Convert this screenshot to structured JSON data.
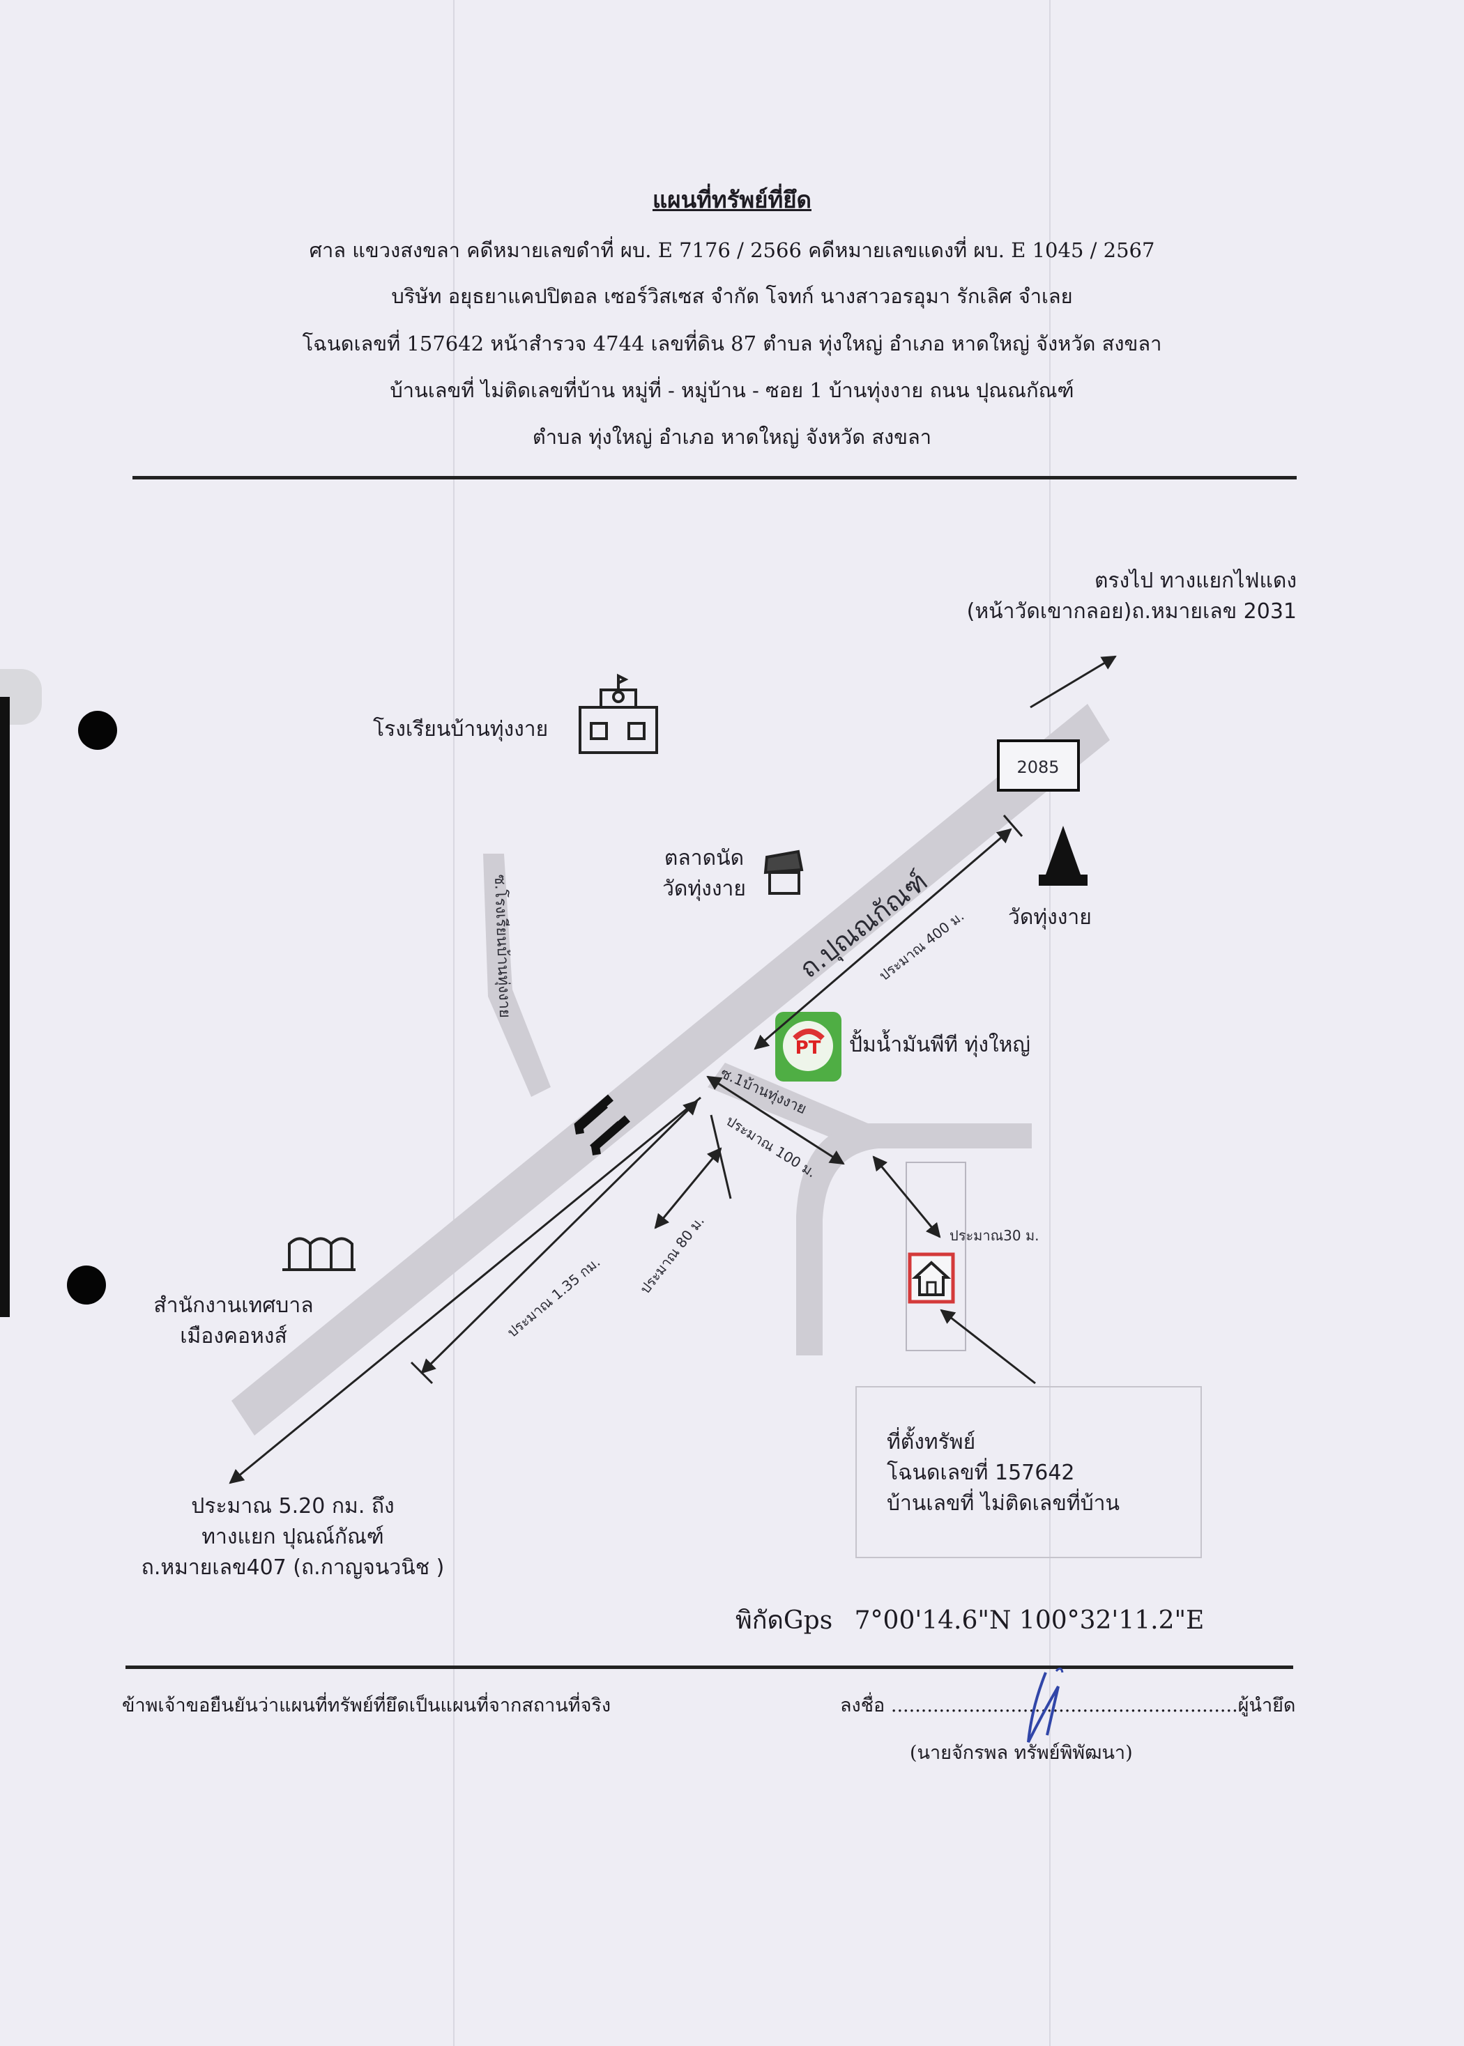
{
  "header": {
    "title": "แผนที่ทรัพย์ที่ยึด",
    "line1": "ศาล แขวงสงขลา    คดีหมายเลขดำที่ ผบ. E 7176 / 2566     คดีหมายเลขแดงที่ ผบ. E 1045 / 2567",
    "line2": "บริษัท อยุธยาแคปปิตอล เซอร์วิสเซส จำกัด   โจทก์            นางสาวอรอุมา รักเลิศ  จำเลย",
    "line3": "โฉนดเลขที่ 157642  หน้าสำรวจ 4744  เลขที่ดิน  87    ตำบล ทุ่งใหญ่ อำเภอ หาดใหญ่ จังหวัด สงขลา",
    "line4": "บ้านเลขที่ ไม่ติดเลขที่บ้าน หมู่ที่ - หมู่บ้าน - ซอย 1 บ้านทุ่งงาย ถนน ปุณณกัณฑ์",
    "line5": "ตำบล ทุ่งใหญ่ อำเภอ หาดใหญ่ จังหวัด สงขลา"
  },
  "map": {
    "direction_line1": "ตรงไป ทางแยกไฟแดง",
    "direction_line2": "(หน้าวัดเขากลอย)ถ.หมายเลข 2031",
    "road_sign": "2085",
    "school": "โรงเรียนบ้านทุ่งงาย",
    "market_line1": "ตลาดนัด",
    "market_line2": "วัดทุ่งงาย",
    "temple": "วัดทุ่งงาย",
    "main_road": "ถ.ปุณณกัณฑ์",
    "side_road": "ซ.โรงเรียนบ้านทุ่งงาย",
    "soi": "ซ.1บ้านทุ่งงาย",
    "gas_station": "ปั้มน้ำมันพีที ทุ่งใหญ่",
    "gas_logo": "PT",
    "dist_400": "ประมาณ 400 ม.",
    "dist_100": "ประมาณ 100 ม.",
    "dist_30": "ประมาณ30 ม.",
    "dist_80": "ประมาณ 80 ม.",
    "dist_135": "ประมาณ 1.35 กม.",
    "municipal_line1": "สำนักงานเทศบาล",
    "municipal_line2": "เมืองคอหงส์",
    "sw_line1": "ประมาณ 5.20 กม. ถึง",
    "sw_line2": "ทางแยก  ปุณณ์กัณฑ์",
    "sw_line3": "ถ.หมายเลข407 (ถ.กาญจนวนิช )",
    "property_line1": "ที่ตั้งทรัพย์",
    "property_line2": "โฉนดเลขที่ 157642",
    "property_line3": "บ้านเลขที่  ไม่ติดเลขที่บ้าน",
    "gps_label": "พิกัดGps",
    "gps_value": "7°00'14.6\"N 100°32'11.2\"E"
  },
  "footer": {
    "certify": "ข้าพเจ้าขอยืนยันว่าแผนที่ทรัพย์ที่ยึดเป็นแผนที่จากสถานที่จริง",
    "sign_prefix": "ลงชื่อ",
    "sign_dots": "..........................................................",
    "sign_role": "ผู้นำยึด",
    "signer": "(นายจักรพล  ทรัพย์พิพัฒนา)"
  }
}
